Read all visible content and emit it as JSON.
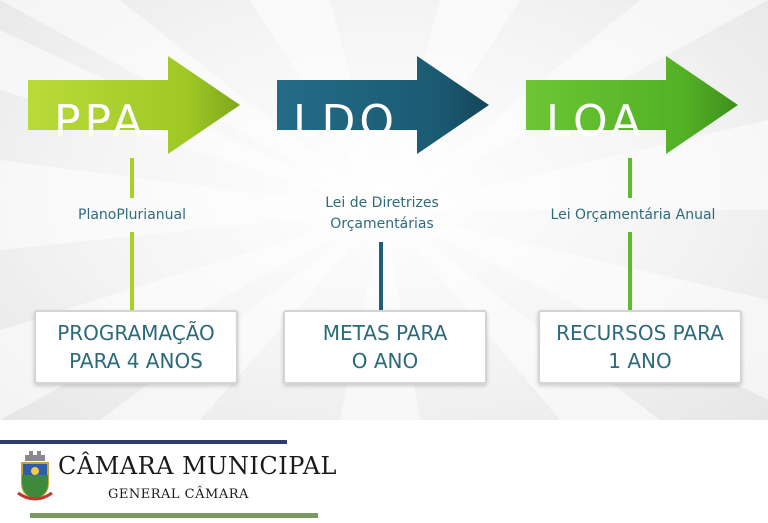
{
  "colors": {
    "ppa": "#a9cf2a",
    "ldo": "#1e5f7a",
    "loa": "#5dbb2c",
    "text": "#2e6b7c",
    "footer_navy": "#2f3a6e",
    "footer_green": "#7a9a62"
  },
  "stages": [
    {
      "acronym": "PPA",
      "name": "PlanoPlurianual",
      "name_line2": "",
      "box_line1": "PROGRAMAÇÃO",
      "box_line2": "PARA 4 ANOS"
    },
    {
      "acronym": "LDO",
      "name": "Lei de Diretrizes",
      "name_line2": "Orçamentárias",
      "box_line1": "METAS PARA",
      "box_line2": "O ANO"
    },
    {
      "acronym": "LOA",
      "name": "Lei Orçamentária Anual",
      "name_line2": "",
      "box_line1": "RECURSOS PARA",
      "box_line2": "1 ANO"
    }
  ],
  "footer": {
    "title": "CÂMARA MUNICIPAL",
    "subtitle": "GENERAL CÂMARA",
    "crest_icon": "coat-of-arms-icon"
  }
}
